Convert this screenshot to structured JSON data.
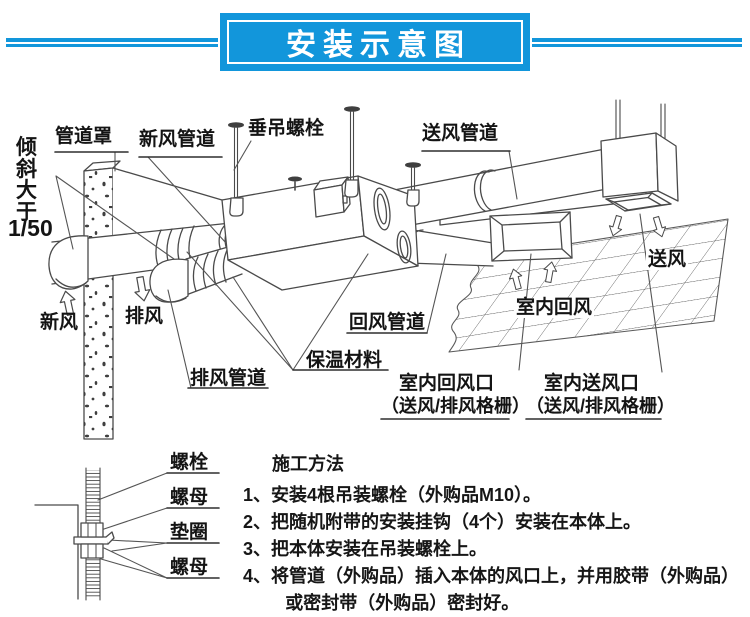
{
  "banner": {
    "title": "安装示意图",
    "accent_color": "#1296db"
  },
  "diagram": {
    "labels": {
      "duct_cover": "管道罩",
      "fresh_air_duct": "新风管道",
      "hanging_bolt": "垂吊螺栓",
      "supply_duct": "送风管道",
      "slope_note": "倾斜大于",
      "slope_ratio": "1/50",
      "fresh_air": "新风",
      "exhaust_air": "排风",
      "return_duct": "回风管道",
      "insulation": "保温材料",
      "exhaust_duct": "排风管道",
      "indoor_return_air": "室内回风",
      "supply_air": "送风",
      "indoor_return_outlet": "室内回风口",
      "indoor_return_outlet_sub": "（送风/排风格栅）",
      "indoor_supply_outlet": "室内送风口",
      "indoor_supply_outlet_sub": "（送风/排风格栅）"
    },
    "hardware_labels": {
      "bolt": "螺栓",
      "nut_top": "螺母",
      "washer": "垫圈",
      "nut_bottom": "螺母"
    }
  },
  "instructions": {
    "heading": "施工方法",
    "steps": [
      "1、安装4根吊装螺栓（外购品M10）。",
      "2、把随机附带的安装挂钩（4个）安装在本体上。",
      "3、把本体安装在吊装螺栓上。",
      "4、将管道（外购品）插入本体的风口上，并用胶带（外购品）\n或密封带（外购品）密封好。"
    ]
  }
}
